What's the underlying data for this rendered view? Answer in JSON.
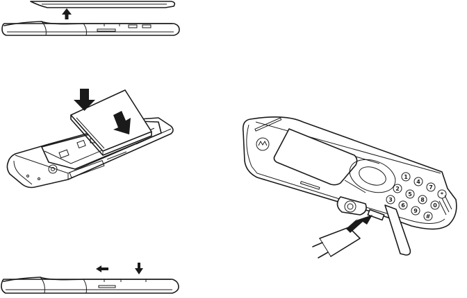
{
  "keypad": {
    "keys": [
      "1",
      "2",
      "3",
      "4",
      "5",
      "6",
      "7",
      "8",
      "9",
      "*",
      "0",
      "#"
    ]
  },
  "colors": {
    "line": "#1a1a1a",
    "background": "#ffffff"
  },
  "icons": [
    "arrow-up-icon",
    "arrow-down-icon",
    "arrow-diagonal-icon",
    "arrow-left-icon",
    "motorola-logo-icon"
  ]
}
